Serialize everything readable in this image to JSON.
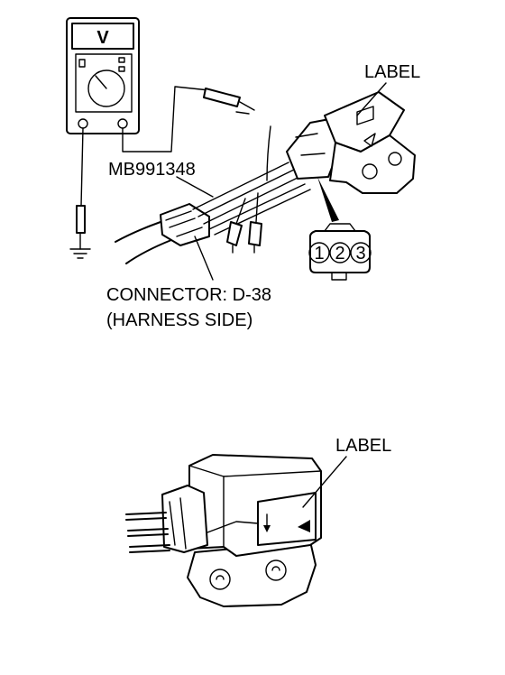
{
  "figure": {
    "top": {
      "meter_symbol": "V",
      "tool_label": "MB991348",
      "label_callout": "LABEL",
      "connector_label": "CONNECTOR: D-38",
      "connector_side": "(HARNESS SIDE)",
      "pins": [
        "1",
        "2",
        "3"
      ]
    },
    "bottom": {
      "label_callout": "LABEL"
    }
  }
}
